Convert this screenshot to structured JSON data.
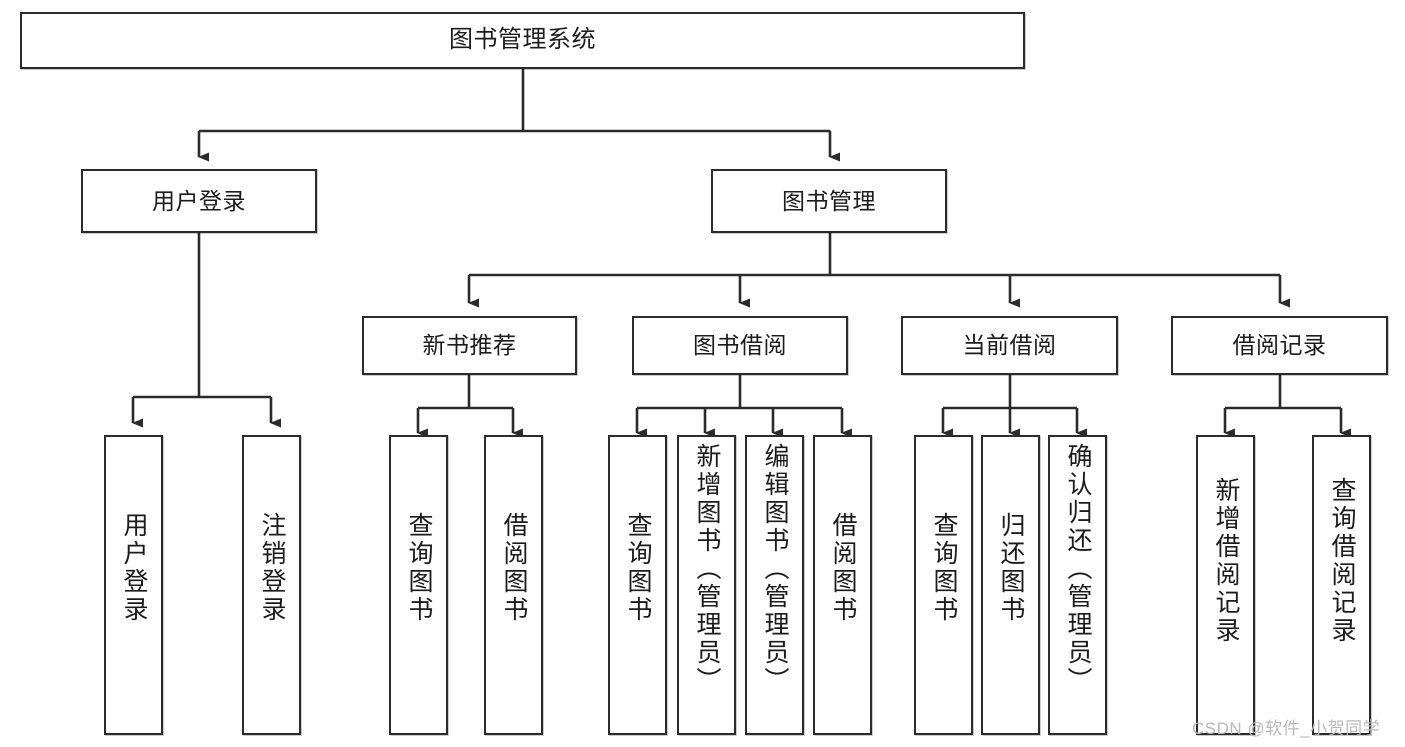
{
  "diagram": {
    "title": "图书管理系统",
    "type": "tree",
    "watermark": "CSDN @软件_小贺同学",
    "colors": {
      "box_border": "#2b2b2b",
      "box_fill": "#ffffff",
      "connector": "#2b2b2b",
      "text": "#1b1b1b",
      "watermark": "#b9b9b9"
    },
    "levels": {
      "root": "图书管理系统",
      "level2": [
        "用户登录",
        "图书管理"
      ],
      "level3": [
        "新书推荐",
        "图书借阅",
        "当前借阅",
        "借阅记录"
      ]
    },
    "nodes": {
      "root": {
        "id": "root",
        "label": "图书管理系统",
        "orientation": "horizontal"
      },
      "user_login": {
        "id": "user-login",
        "label": "用户登录",
        "orientation": "horizontal"
      },
      "book_manage": {
        "id": "book-manage",
        "label": "图书管理",
        "orientation": "horizontal"
      },
      "new_book_rec": {
        "id": "new-book-recommend",
        "label": "新书推荐",
        "orientation": "horizontal"
      },
      "book_borrow": {
        "id": "book-borrow",
        "label": "图书借阅",
        "orientation": "horizontal"
      },
      "current_borrow": {
        "id": "current-borrow",
        "label": "当前借阅",
        "orientation": "horizontal"
      },
      "borrow_record": {
        "id": "borrow-record",
        "label": "借阅记录",
        "orientation": "horizontal"
      },
      "leaf_user_login": {
        "id": "leaf-user-login",
        "label": "用户登录",
        "orientation": "vertical"
      },
      "leaf_logout": {
        "id": "leaf-logout",
        "label": "注销登录",
        "orientation": "vertical"
      },
      "leaf_query_book_1": {
        "id": "leaf-query-book-new",
        "label": "查询图书",
        "orientation": "vertical"
      },
      "leaf_borrow_book_1": {
        "id": "leaf-borrow-book-new",
        "label": "借阅图书",
        "orientation": "vertical"
      },
      "leaf_query_book_2": {
        "id": "leaf-query-book-borrow",
        "label": "查询图书",
        "orientation": "vertical"
      },
      "leaf_add_book": {
        "id": "leaf-add-book-admin",
        "label": "新增图书（管理员）",
        "orientation": "vertical"
      },
      "leaf_edit_book": {
        "id": "leaf-edit-book-admin",
        "label": "编辑图书（管理员）",
        "orientation": "vertical"
      },
      "leaf_borrow_book_2": {
        "id": "leaf-borrow-book",
        "label": "借阅图书",
        "orientation": "vertical"
      },
      "leaf_query_book_3": {
        "id": "leaf-query-book-current",
        "label": "查询图书",
        "orientation": "vertical"
      },
      "leaf_return_book": {
        "id": "leaf-return-book",
        "label": "归还图书",
        "orientation": "vertical"
      },
      "leaf_confirm_return": {
        "id": "leaf-confirm-return-admin",
        "label": "确认归还（管理员）",
        "orientation": "vertical"
      },
      "leaf_add_record": {
        "id": "leaf-add-borrow-record",
        "label": "新增借阅记录",
        "orientation": "vertical"
      },
      "leaf_query_record": {
        "id": "leaf-query-borrow-record",
        "label": "查询借阅记录",
        "orientation": "vertical"
      }
    },
    "edges": [
      {
        "from": "图书管理系统",
        "to": "用户登录"
      },
      {
        "from": "图书管理系统",
        "to": "图书管理"
      },
      {
        "from": "用户登录",
        "to": "用户登录(叶)"
      },
      {
        "from": "用户登录",
        "to": "注销登录"
      },
      {
        "from": "图书管理",
        "to": "新书推荐"
      },
      {
        "from": "图书管理",
        "to": "图书借阅"
      },
      {
        "from": "图书管理",
        "to": "当前借阅"
      },
      {
        "from": "图书管理",
        "to": "借阅记录"
      },
      {
        "from": "新书推荐",
        "to": "查询图书"
      },
      {
        "from": "新书推荐",
        "to": "借阅图书"
      },
      {
        "from": "图书借阅",
        "to": "查询图书"
      },
      {
        "from": "图书借阅",
        "to": "新增图书（管理员）"
      },
      {
        "from": "图书借阅",
        "to": "编辑图书（管理员）"
      },
      {
        "from": "图书借阅",
        "to": "借阅图书"
      },
      {
        "from": "当前借阅",
        "to": "查询图书"
      },
      {
        "from": "当前借阅",
        "to": "归还图书"
      },
      {
        "from": "当前借阅",
        "to": "确认归还（管理员）"
      },
      {
        "from": "借阅记录",
        "to": "新增借阅记录"
      },
      {
        "from": "借阅记录",
        "to": "查询借阅记录"
      }
    ]
  }
}
